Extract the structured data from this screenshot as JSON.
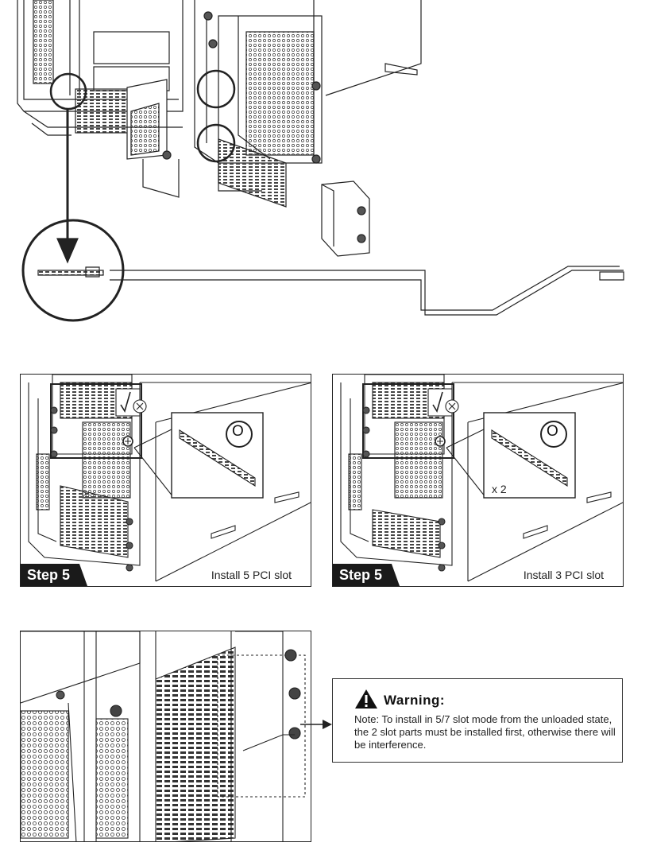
{
  "panels": [
    {
      "step_label": "Step 5",
      "caption": "Install 5 PCI slot",
      "inset_symbol": "O",
      "multiplier": ""
    },
    {
      "step_label": "Step 5",
      "caption": "Install 3 PCI slot",
      "inset_symbol": "O",
      "multiplier": "x 2"
    }
  ],
  "warning": {
    "title": "Warning:",
    "icon": "warning-triangle-icon",
    "text": "Note: To install in 5/7 slot mode from the unloaded state, the 2 slot parts must be installed first, otherwise there will be interference."
  }
}
